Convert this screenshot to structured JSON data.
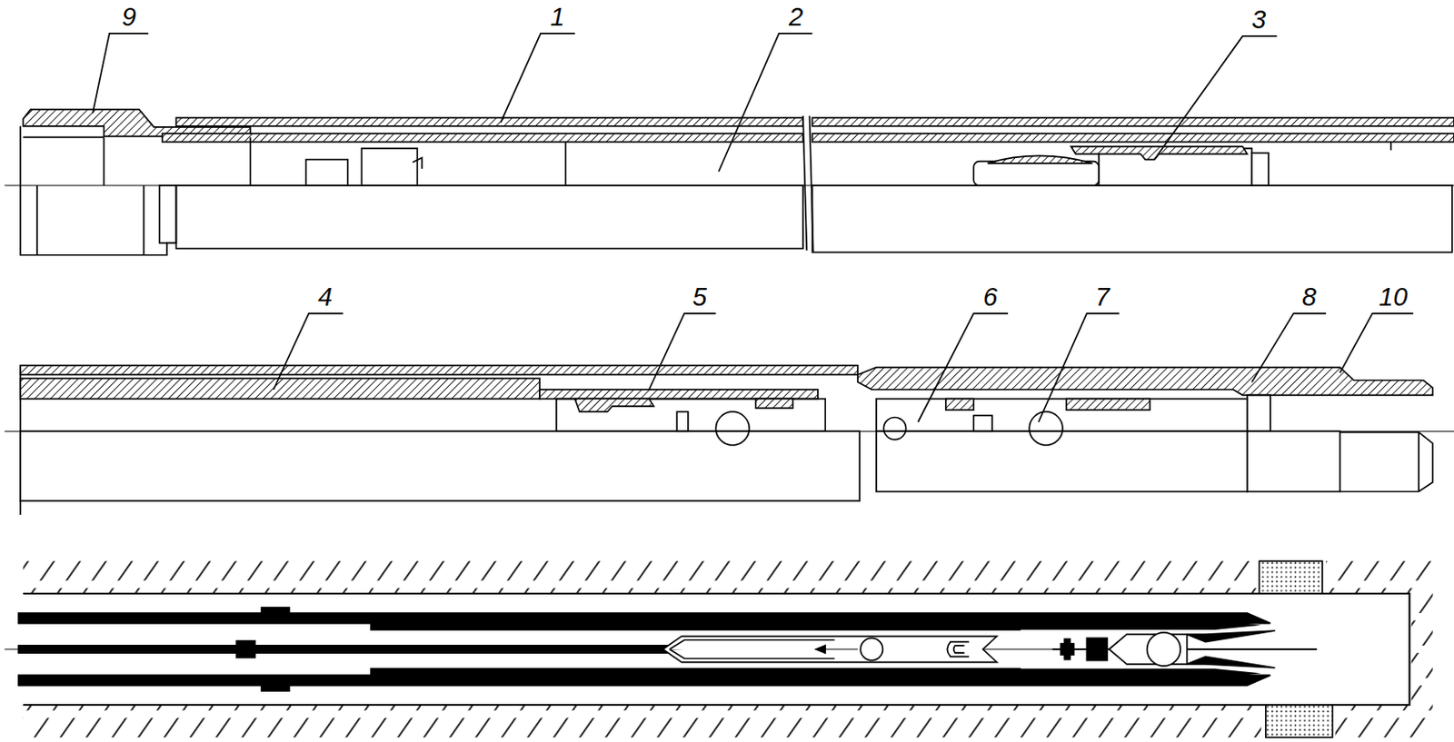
{
  "diagram": {
    "labels": [
      "9",
      "1",
      "2",
      "3",
      "4",
      "5",
      "6",
      "7",
      "8",
      "10"
    ]
  }
}
